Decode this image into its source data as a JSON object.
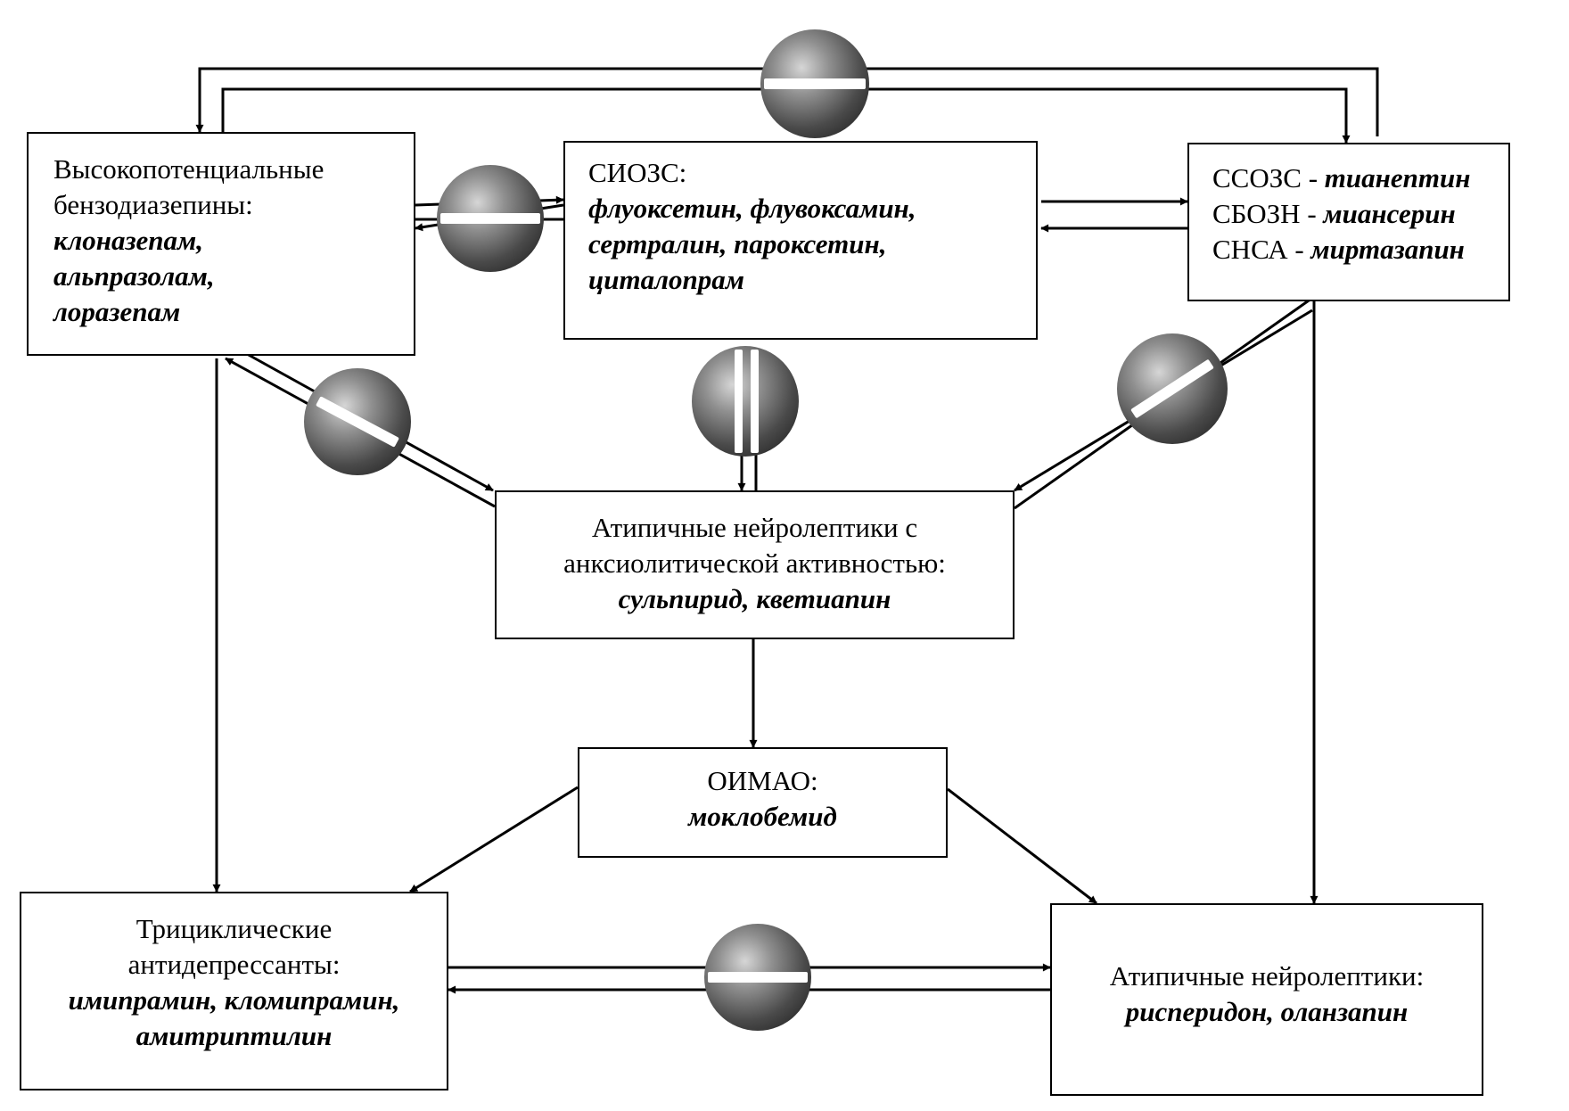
{
  "boxes": {
    "benzo": {
      "title_1": "Высокопотенциальные",
      "title_2": "бензодиазепины:",
      "drug_1": "клоназепам,",
      "drug_2": "альпразолам,",
      "drug_3": "лоразепам"
    },
    "ssri": {
      "title": "СИОЗС:",
      "drug_1": "флуоксетин, флувоксамин,",
      "drug_2": "сертралин, пароксетин,",
      "drug_3": "циталопрам"
    },
    "other_ad": {
      "row_1_label": "ССОЗС - ",
      "row_1_drug": "тианептин",
      "row_2_label": "СБОЗН - ",
      "row_2_drug": "миансерин",
      "row_3_label": "СНСА - ",
      "row_3_drug": "миртазапин"
    },
    "atypical_anx": {
      "title_1": "Атипичные нейролептики с",
      "title_2": "анксиолитической активностью:",
      "drugs": "сульпирид, кветиапин"
    },
    "maoi": {
      "title": "ОИМАО:",
      "drug": "моклобемид"
    },
    "tca": {
      "title_1": "Трициклические",
      "title_2": "антидепрессанты:",
      "drug_1": "имипрамин, кломипрамин,",
      "drug_2": "амитриптилин"
    },
    "atypical": {
      "title": "Атипичные нейролептики:",
      "drugs": "рисперидон, оланзапин"
    }
  },
  "colors": {
    "line": "#000000",
    "symbol_dark": "#161616",
    "symbol_light": "#d6d6d6"
  },
  "symbols": {
    "minus_top": "minus-sign",
    "minus_benzo_ssri": "minus-sign",
    "minus_benzo_atypical": "minus-sign",
    "minus_other_atypical": "minus-sign",
    "parallel_center": "parallel-sign",
    "minus_tca_atypical": "minus-sign"
  }
}
